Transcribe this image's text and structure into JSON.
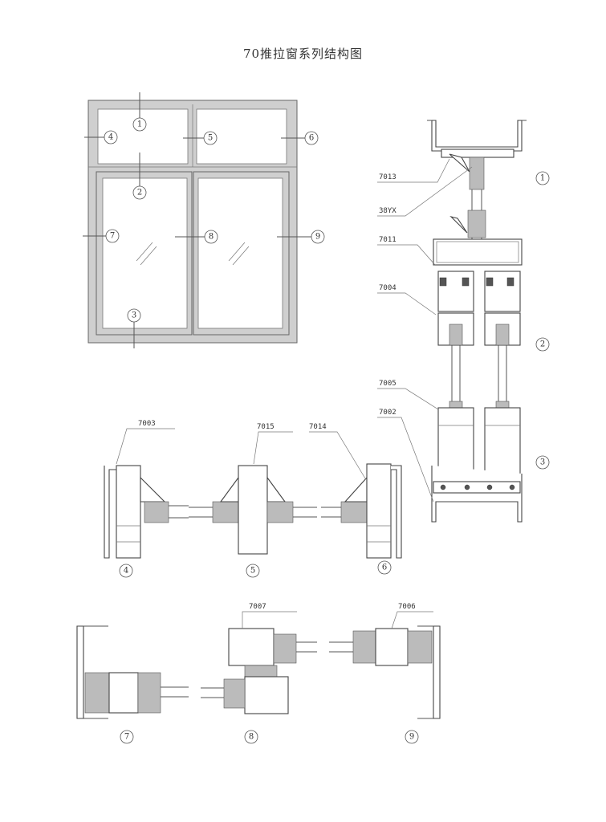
{
  "title": "70推拉窗系列结构图",
  "callouts": {
    "c1": "1",
    "c2": "2",
    "c3": "3",
    "c4": "4",
    "c5": "5",
    "c6": "6",
    "c7": "7",
    "c8": "8",
    "c9": "9"
  },
  "labels": {
    "p7013": "7013",
    "p38yx": "38YX",
    "p7011": "7011",
    "p7004": "7004",
    "p7005": "7005",
    "p7002": "7002",
    "p7003": "7003",
    "p7015": "7015",
    "p7014": "7014",
    "p7007": "7007",
    "p7006": "7006"
  }
}
